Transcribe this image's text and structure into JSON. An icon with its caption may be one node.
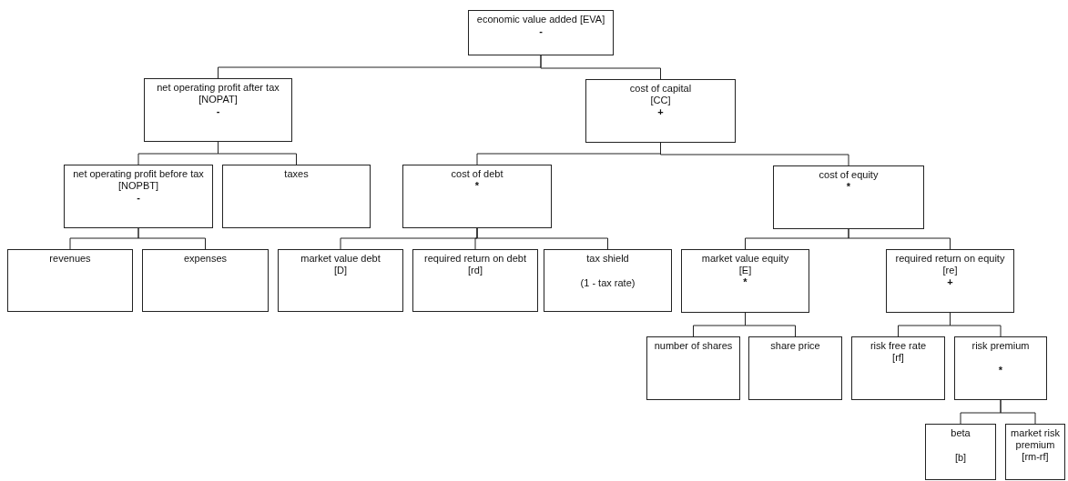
{
  "diagram": {
    "nodes": [
      {
        "text": [
          "economic value added [EVA]",
          "-"
        ]
      },
      {
        "text": [
          "net operating profit after tax",
          "[NOPAT]",
          "-"
        ]
      },
      {
        "text": [
          "cost of capital",
          "[CC]",
          "+"
        ]
      },
      {
        "text": [
          "net operating profit before tax",
          "[NOPBT]",
          "-"
        ]
      },
      {
        "text": [
          "taxes"
        ]
      },
      {
        "text": [
          "cost of debt",
          "*"
        ]
      },
      {
        "text": [
          "cost of equity",
          "*"
        ]
      },
      {
        "text": [
          "revenues"
        ]
      },
      {
        "text": [
          "expenses"
        ]
      },
      {
        "text": [
          "market value debt",
          "[D]"
        ]
      },
      {
        "text": [
          "required return on debt",
          "[rd]"
        ]
      },
      {
        "text": [
          "tax shield",
          "(1 - tax rate)"
        ]
      },
      {
        "text": [
          "market value equity",
          "[E]",
          "*"
        ]
      },
      {
        "text": [
          "required return on equity",
          "[re]",
          "+"
        ]
      },
      {
        "text": [
          "number of shares"
        ]
      },
      {
        "text": [
          "share price"
        ]
      },
      {
        "text": [
          "risk free rate",
          "[rf]"
        ]
      },
      {
        "text": [
          "risk premium",
          "*"
        ]
      },
      {
        "text": [
          "beta",
          "[b]"
        ]
      },
      {
        "text": [
          "market risk premium",
          "[rm-rf]"
        ]
      }
    ],
    "edges": [
      {
        "from": 0,
        "to": 1,
        "arrow": "none"
      },
      {
        "from": 0,
        "to": 2,
        "arrow": "none"
      },
      {
        "from": 1,
        "to": 3,
        "arrow": "none"
      },
      {
        "from": 1,
        "to": 4,
        "arrow": "none"
      },
      {
        "from": 2,
        "to": 5,
        "arrow": "none"
      },
      {
        "from": 2,
        "to": 6,
        "arrow": "none"
      },
      {
        "from": 3,
        "to": 7,
        "arrow": "none"
      },
      {
        "from": 3,
        "to": 8,
        "arrow": "none"
      },
      {
        "from": 5,
        "to": 9,
        "arrow": "none"
      },
      {
        "from": 5,
        "to": 10,
        "arrow": "none"
      },
      {
        "from": 5,
        "to": 11,
        "arrow": "none"
      },
      {
        "from": 6,
        "to": 12,
        "arrow": "none"
      },
      {
        "from": 6,
        "to": 13,
        "arrow": "none"
      },
      {
        "from": 12,
        "to": 14,
        "arrow": "none"
      },
      {
        "from": 12,
        "to": 15,
        "arrow": "none"
      },
      {
        "from": 13,
        "to": 16,
        "arrow": "none"
      },
      {
        "from": 13,
        "to": 17,
        "arrow": "none"
      },
      {
        "from": 17,
        "to": 18,
        "arrow": "none"
      },
      {
        "from": 17,
        "to": 19,
        "arrow": "none"
      }
    ]
  }
}
